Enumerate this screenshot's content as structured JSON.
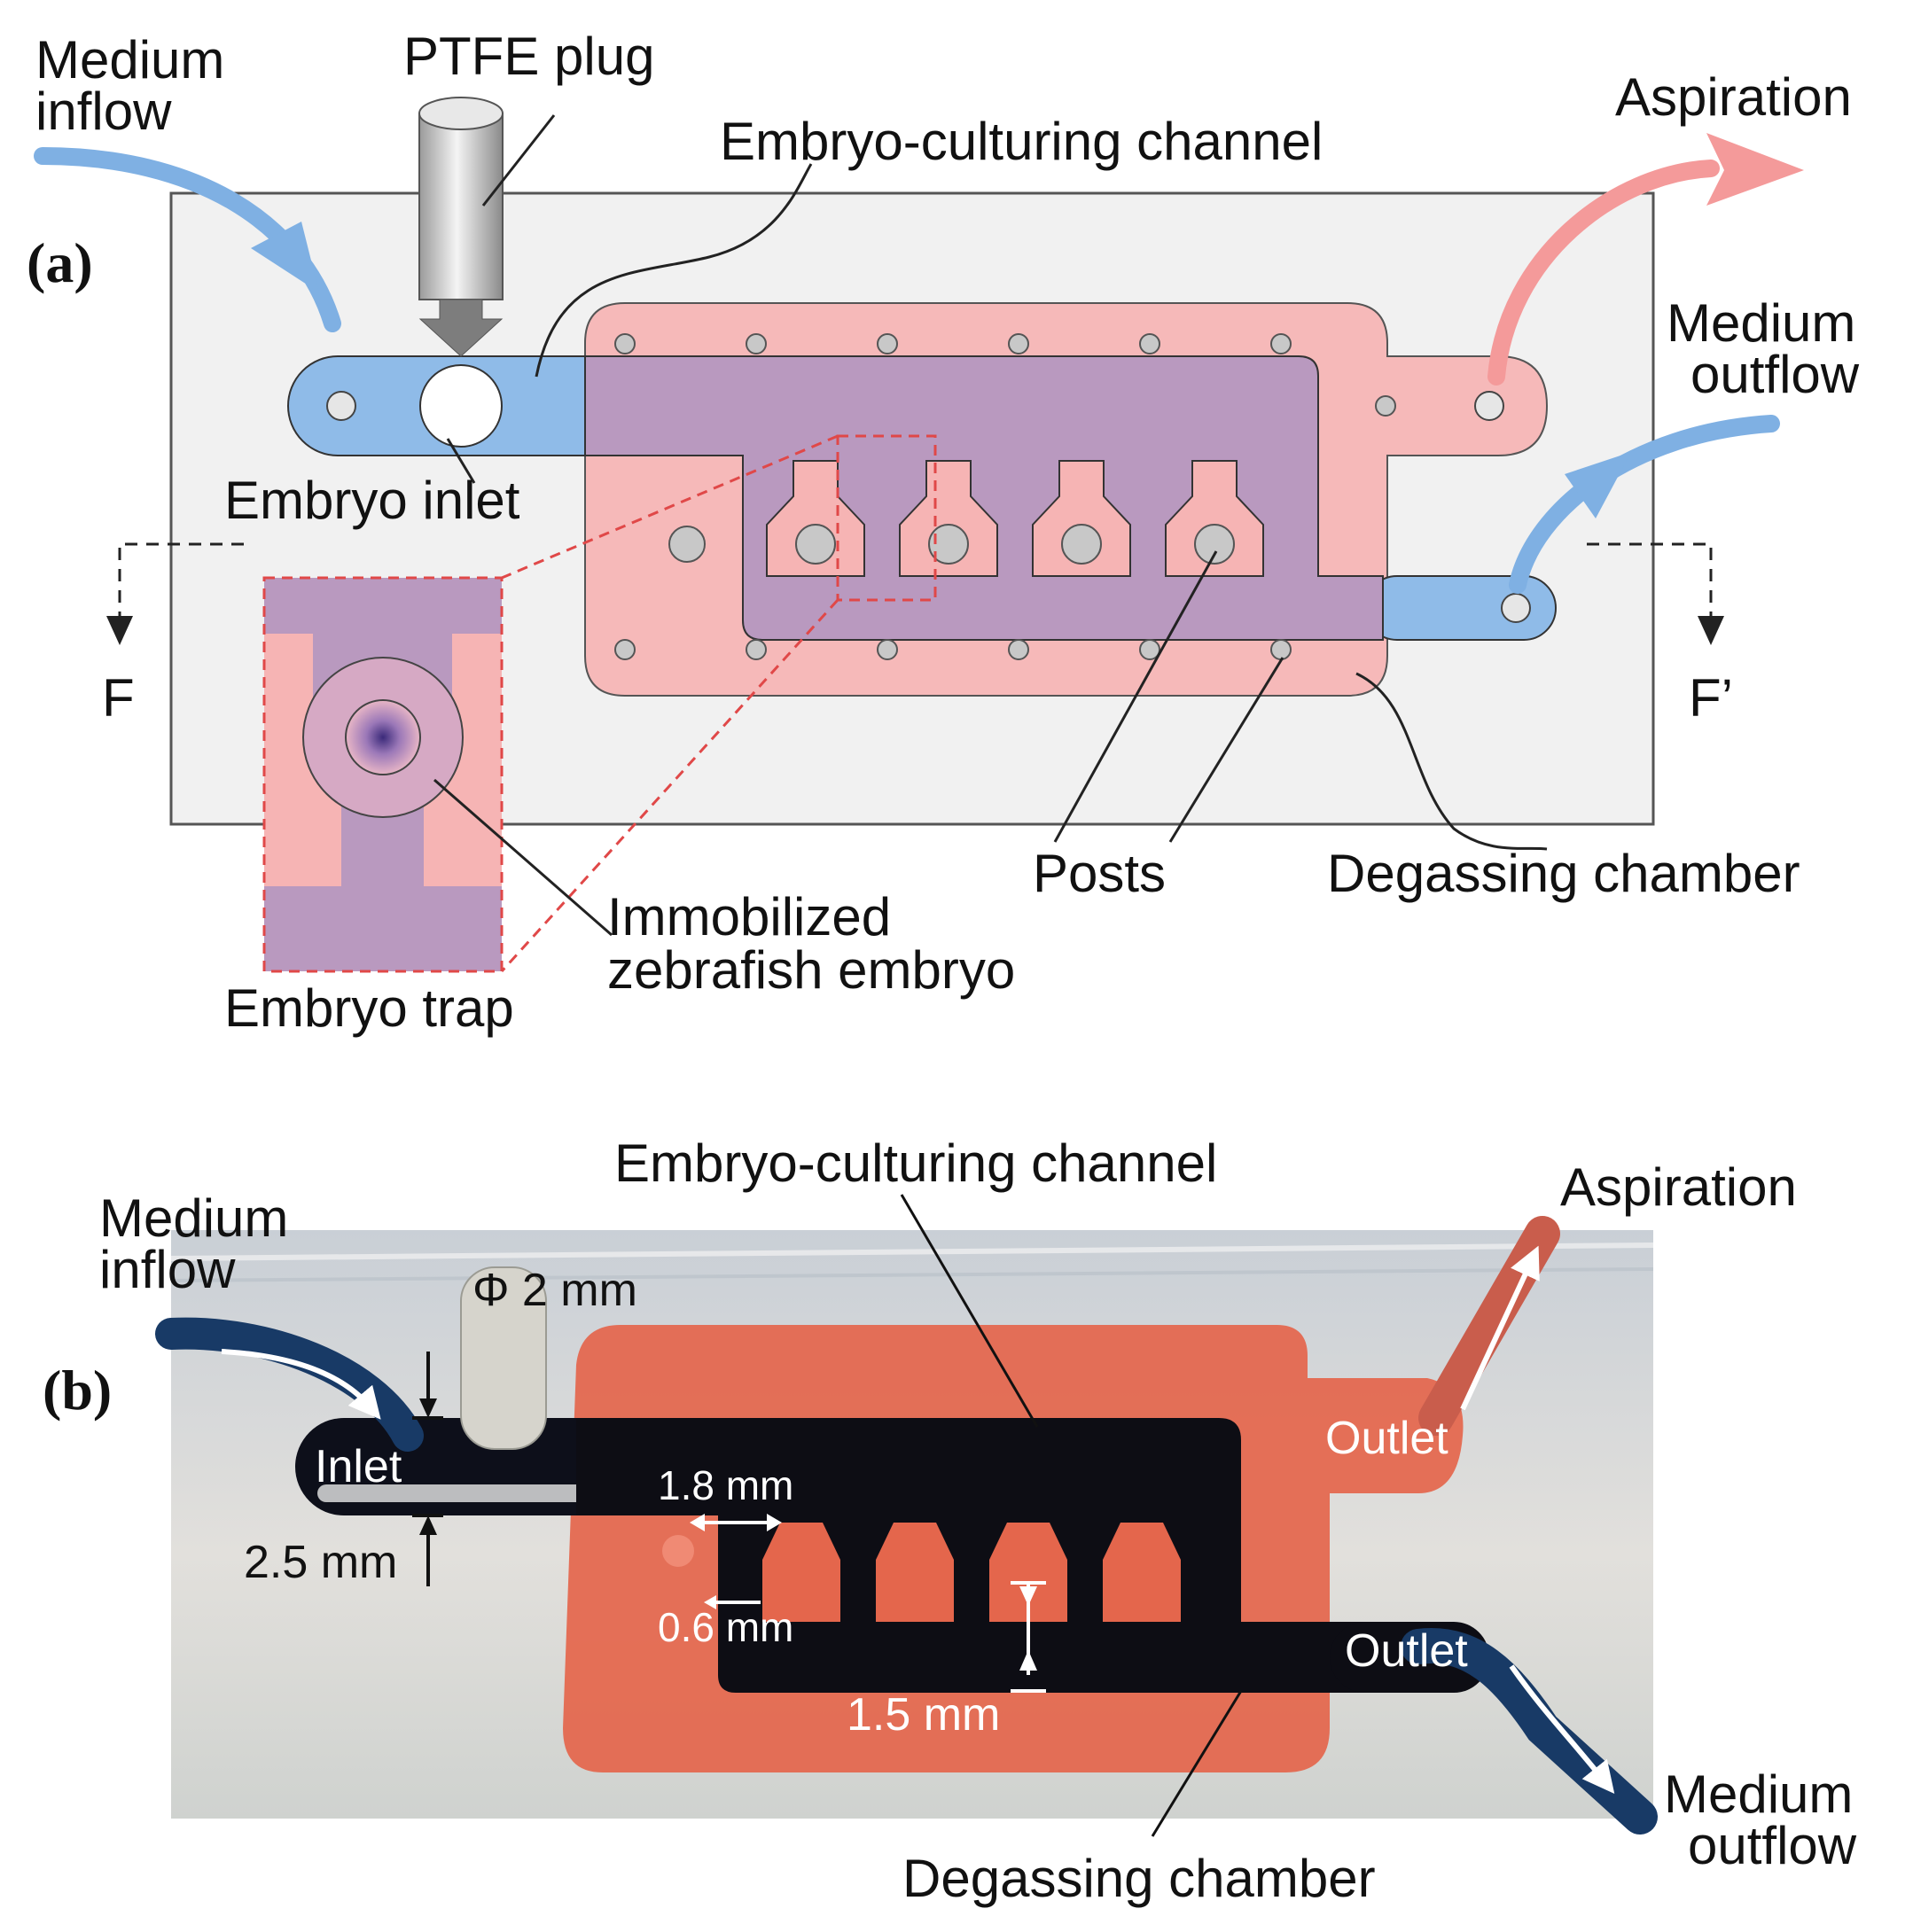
{
  "panel_a": {
    "panel_label": "(a)",
    "medium_inflow": [
      "Medium",
      "inflow"
    ],
    "ptfe_plug": "PTFE plug",
    "embryo_culturing_channel": "Embryo-culturing channel",
    "aspiration": "Aspiration",
    "medium_outflow": [
      "Medium",
      "outflow"
    ],
    "embryo_inlet": "Embryo inlet",
    "section_left": "F",
    "section_right": "F’",
    "posts": "Posts",
    "degassing_chamber": "Degassing chamber",
    "immobilized_embryo": [
      "Immobilized",
      "zebrafish embryo"
    ],
    "embryo_trap": "Embryo trap"
  },
  "panel_b": {
    "panel_label": "(b)",
    "embryo_culturing_channel": "Embryo-culturing channel",
    "aspiration": "Aspiration",
    "medium_inflow": [
      "Medium",
      "inflow"
    ],
    "plug_diameter": "Φ 2 mm",
    "inlet": "Inlet",
    "outlet_top": "Outlet",
    "outlet_bottom": "Outlet",
    "dim_channel_width": "2.5 mm",
    "dim_trap_width": "1.8 mm",
    "dim_gap": "0.6 mm",
    "dim_height": "1.5 mm",
    "medium_outflow": [
      "Medium",
      "outflow"
    ],
    "degassing_chamber": "Degassing chamber"
  },
  "colors": {
    "inflow_blue": "#7fb0e3",
    "aspiration_pink": "#f49a9a",
    "degassing_pink": "#f7b5b5",
    "overlap_purple": "#b896bd",
    "chip_gray": "#f1f1f1",
    "photo_red": "#e4664c",
    "photo_channel": "#0d0d14",
    "tube_navy": "#183a66"
  }
}
